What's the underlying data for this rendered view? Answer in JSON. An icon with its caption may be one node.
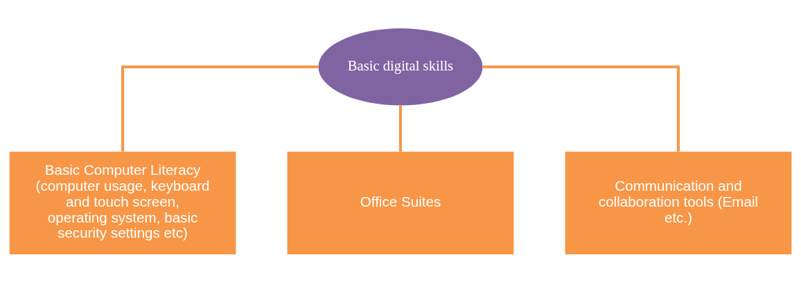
{
  "diagram": {
    "nodes": [
      {
        "text": [
          "Basic digital skills"
        ]
      },
      {
        "text": [
          "Basic Computer Literacy (computer usage, keyboard and touch screen, operating system, basic security settings etc)"
        ]
      },
      {
        "text": [
          "Office Suites"
        ]
      },
      {
        "text": [
          "Communication and collaboration tools (Email etc.)"
        ]
      }
    ],
    "edges": [
      {
        "from": 0,
        "to": 1,
        "arrow": "none"
      },
      {
        "from": 0,
        "to": 2,
        "arrow": "none"
      },
      {
        "from": 0,
        "to": 3,
        "arrow": "none"
      }
    ]
  }
}
